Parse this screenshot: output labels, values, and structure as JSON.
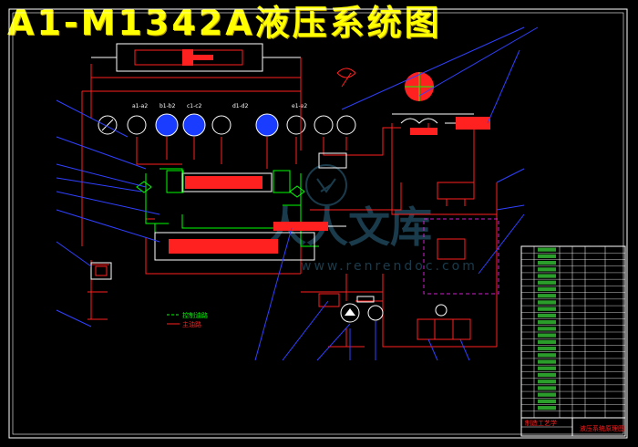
{
  "title": "A1-M1342A液压系统图",
  "legend": {
    "items": [
      {
        "label": "控制油路",
        "color": "#00ff00"
      },
      {
        "label": "主油路",
        "color": "#ff2020"
      }
    ]
  },
  "gauge_labels": [
    "a1-a2",
    "b1-b2",
    "c1-c2",
    "d1-d2",
    "e1-e2"
  ],
  "watermark": {
    "text": "人人文库",
    "url": "www.renrendoc.com"
  },
  "title_block": {
    "footer_left": "制造工艺学",
    "footer_right": "液压系统原理图"
  },
  "colors": {
    "background": "#000000",
    "main_line": "#ff2020",
    "control_line": "#00ff00",
    "leader_line": "#3040ff",
    "frame": "#ffffff",
    "title": "#ffff00",
    "dashed_box": "#d020d0",
    "gauge_fill": "#1a3cff"
  }
}
